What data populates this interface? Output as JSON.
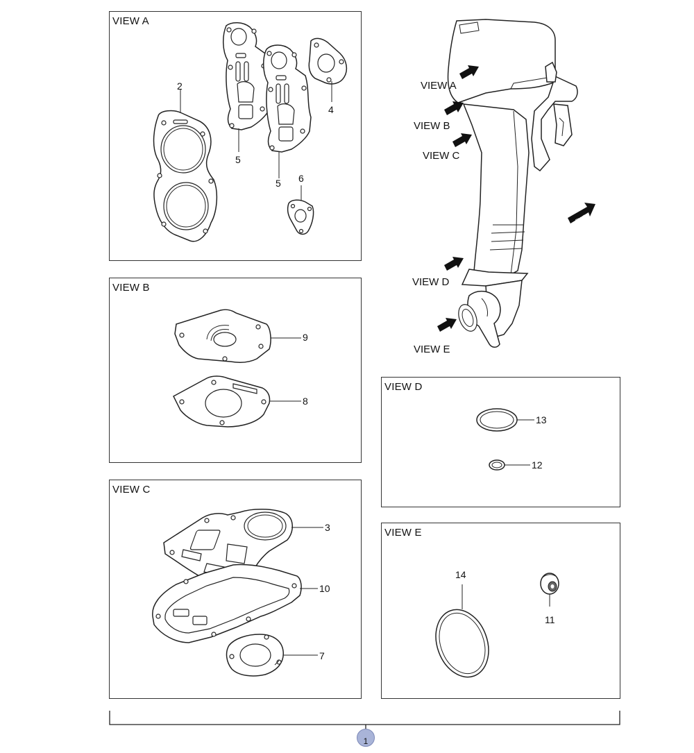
{
  "views": {
    "a": {
      "title": "VIEW A",
      "parts": {
        "p2": "2",
        "p5a": "5",
        "p5b": "5",
        "p4": "4",
        "p6": "6"
      }
    },
    "b": {
      "title": "VIEW B",
      "parts": {
        "p9": "9",
        "p8": "8"
      }
    },
    "c": {
      "title": "VIEW C",
      "parts": {
        "p3": "3",
        "p10": "10",
        "p7": "7"
      }
    },
    "d": {
      "title": "VIEW D",
      "parts": {
        "p13": "13",
        "p12": "12"
      }
    },
    "e": {
      "title": "VIEW E",
      "parts": {
        "p14": "14",
        "p11": "11"
      }
    }
  },
  "motor": {
    "callouts": {
      "a": "VIEW A",
      "b": "VIEW B",
      "c": "VIEW C",
      "d": "VIEW D",
      "e": "VIEW E"
    },
    "fwd_label": "FWD"
  },
  "assembly": {
    "number": "1",
    "marker_color": "#a9b4d8"
  }
}
